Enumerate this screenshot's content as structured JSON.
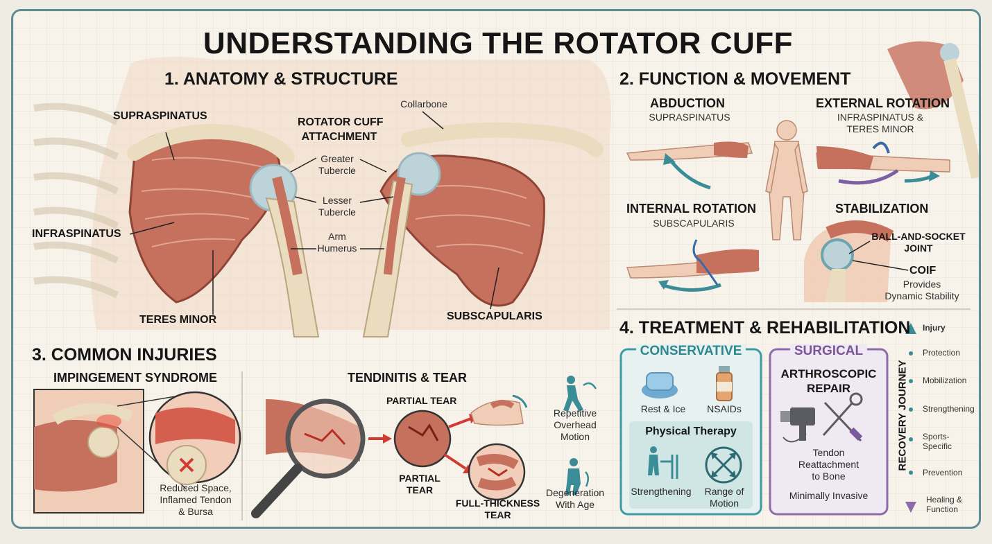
{
  "title": "UNDERSTANDING THE ROTATOR CUFF",
  "sections": {
    "anatomy": {
      "heading": "1. ANATOMY & STRUCTURE",
      "labels": {
        "supraspinatus": "SUPRASPINATUS",
        "infraspinatus": "INFRASPINATUS",
        "teres_minor": "TERES MINOR",
        "subscapularis": "SUBSCAPULARIS",
        "attachment_line1": "ROTATOR CUFF",
        "attachment_line2": "ATTACHMENT",
        "collarbone": "Collarbone",
        "greater_tubercle_1": "Greater",
        "greater_tubercle_2": "Tubercle",
        "lesser_tubercle_1": "Lesser",
        "lesser_tubercle_2": "Tubercle",
        "humerus_1": "Arm",
        "humerus_2": "Humerus"
      }
    },
    "function": {
      "heading": "2. FUNCTION & MOVEMENT",
      "abduction": {
        "title": "ABDUCTION",
        "sub": "SUPRASPINATUS"
      },
      "external_rotation": {
        "title": "EXTERNAL ROTATION",
        "sub1": "INFRASPINATUS &",
        "sub2": "TERES MINOR"
      },
      "internal_rotation": {
        "title": "INTERNAL ROTATION",
        "sub": "SUBSCAPULARIS"
      },
      "stabilization": {
        "title": "STABILIZATION",
        "joint1": "BALL-AND-SOCKET",
        "joint2": "JOINT",
        "coif": "COIF",
        "desc1": "Provides",
        "desc2": "Dynamic Stability"
      }
    },
    "injuries": {
      "heading": "3. COMMON INJURIES",
      "impingement": {
        "title": "IMPINGEMENT SYNDROME",
        "desc1": "Reduced Space,",
        "desc2": "Inflamed Tendon",
        "desc3": "& Bursa"
      },
      "tear": {
        "title": "TENDINITIS & TEAR",
        "partial_tear_top": "PARTIAL TEAR",
        "partial_tear_1": "PARTIAL",
        "partial_tear_2": "TEAR",
        "full_1": "FULL-THICKNESS",
        "full_2": "TEAR"
      },
      "causes": {
        "repetitive1": "Repetitive",
        "repetitive2": "Overhead",
        "repetitive3": "Motion",
        "degen1": "Degeneration",
        "degen2": "With Age"
      }
    },
    "treatment": {
      "heading": "4. TREATMENT & REHABILITATION",
      "conservative": {
        "title": "CONSERVATIVE",
        "rest_ice": "Rest & Ice",
        "nsaids": "NSAIDs",
        "pt_title": "Physical Therapy",
        "strengthening": "Strengthening",
        "rom1": "Range of",
        "rom2": "Motion"
      },
      "surgical": {
        "title": "SURGICAL",
        "repair1": "ARTHROSCOPIC",
        "repair2": "REPAIR",
        "desc1": "Tendon",
        "desc2": "Reattachment",
        "desc3": "to Bone",
        "note": "Minimally Invasive"
      },
      "recovery": {
        "label": "RECOVERY JOURNEY",
        "stages": [
          "Injury",
          "Protection",
          "Mobilization",
          "Strengthening",
          "Sports-\nSpecific",
          "Prevention",
          "Healing &\nFunction"
        ]
      }
    }
  },
  "colors": {
    "muscle": "#c6705e",
    "bone": "#eadcbf",
    "teal": "#3a8c96",
    "conservative_border": "#3b9aa3",
    "surgical_border": "#8d6aa8",
    "red_arrow": "#d13b32"
  }
}
